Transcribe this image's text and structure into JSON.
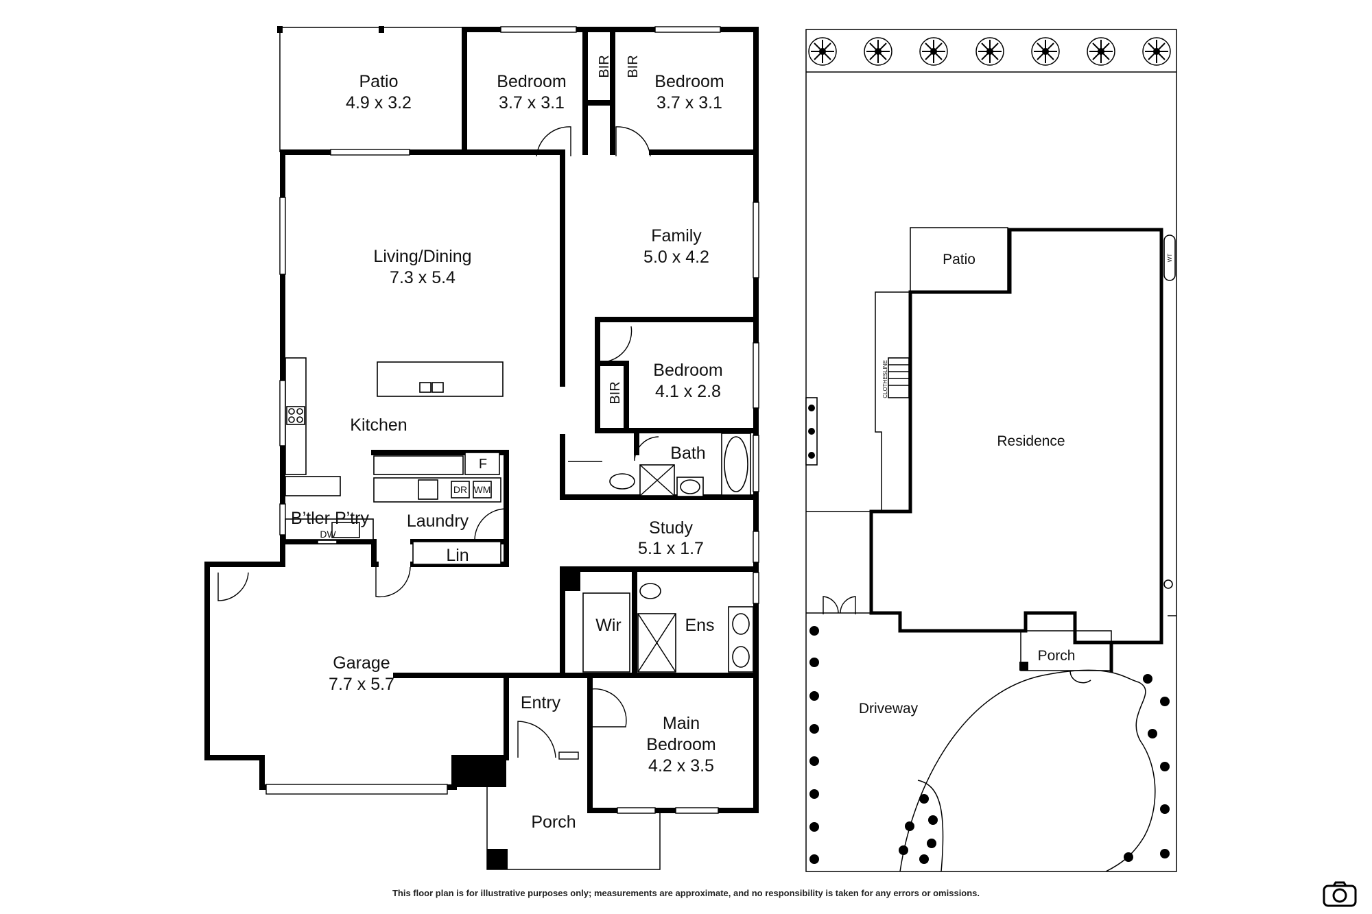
{
  "floor_plan": {
    "rooms": [
      {
        "id": "patio",
        "name": "Patio",
        "size": "4.9 x 3.2"
      },
      {
        "id": "bedroom-2",
        "name": "Bedroom",
        "size": "3.7 x 3.1"
      },
      {
        "id": "bedroom-3",
        "name": "Bedroom",
        "size": "3.7 x 3.1"
      },
      {
        "id": "living-dining",
        "name": "Living/Dining",
        "size": "7.3 x 5.4"
      },
      {
        "id": "family",
        "name": "Family",
        "size": "5.0 x 4.2"
      },
      {
        "id": "bedroom-4",
        "name": "Bedroom",
        "size": "4.1 x 2.8"
      },
      {
        "id": "kitchen",
        "name": "Kitchen"
      },
      {
        "id": "bath",
        "name": "Bath"
      },
      {
        "id": "butlers-pantry",
        "name": "B’tler P’try"
      },
      {
        "id": "laundry",
        "name": "Laundry"
      },
      {
        "id": "study",
        "name": "Study",
        "size": "5.1 x 1.7"
      },
      {
        "id": "linen",
        "name": "Lin"
      },
      {
        "id": "wir",
        "name": "Wir"
      },
      {
        "id": "ensuite",
        "name": "Ens"
      },
      {
        "id": "garage",
        "name": "Garage",
        "size": "7.7 x 5.7"
      },
      {
        "id": "entry",
        "name": "Entry"
      },
      {
        "id": "main-bedroom",
        "name": "Main Bedroom",
        "name_lines": [
          "Main",
          "Bedroom"
        ],
        "size": "4.2 x 3.5"
      },
      {
        "id": "porch",
        "name": "Porch"
      }
    ],
    "small_labels": {
      "bir": "BIR",
      "fridge": "F",
      "dryer": "DR",
      "washer": "WM",
      "dishwasher": "DW"
    }
  },
  "site_plan": {
    "labels": {
      "patio": "Patio",
      "residence": "Residence",
      "porch": "Porch",
      "driveway": "Driveway",
      "clothesline": "CLOTHESLINE",
      "water_tank": "WT"
    }
  },
  "footer": {
    "disclaimer": "This floor plan is for illustrative purposes only; measurements are approximate, and no responsibility is taken for any errors or omissions."
  },
  "icons": {
    "camera": "camera-icon",
    "tree": "tree-icon"
  }
}
